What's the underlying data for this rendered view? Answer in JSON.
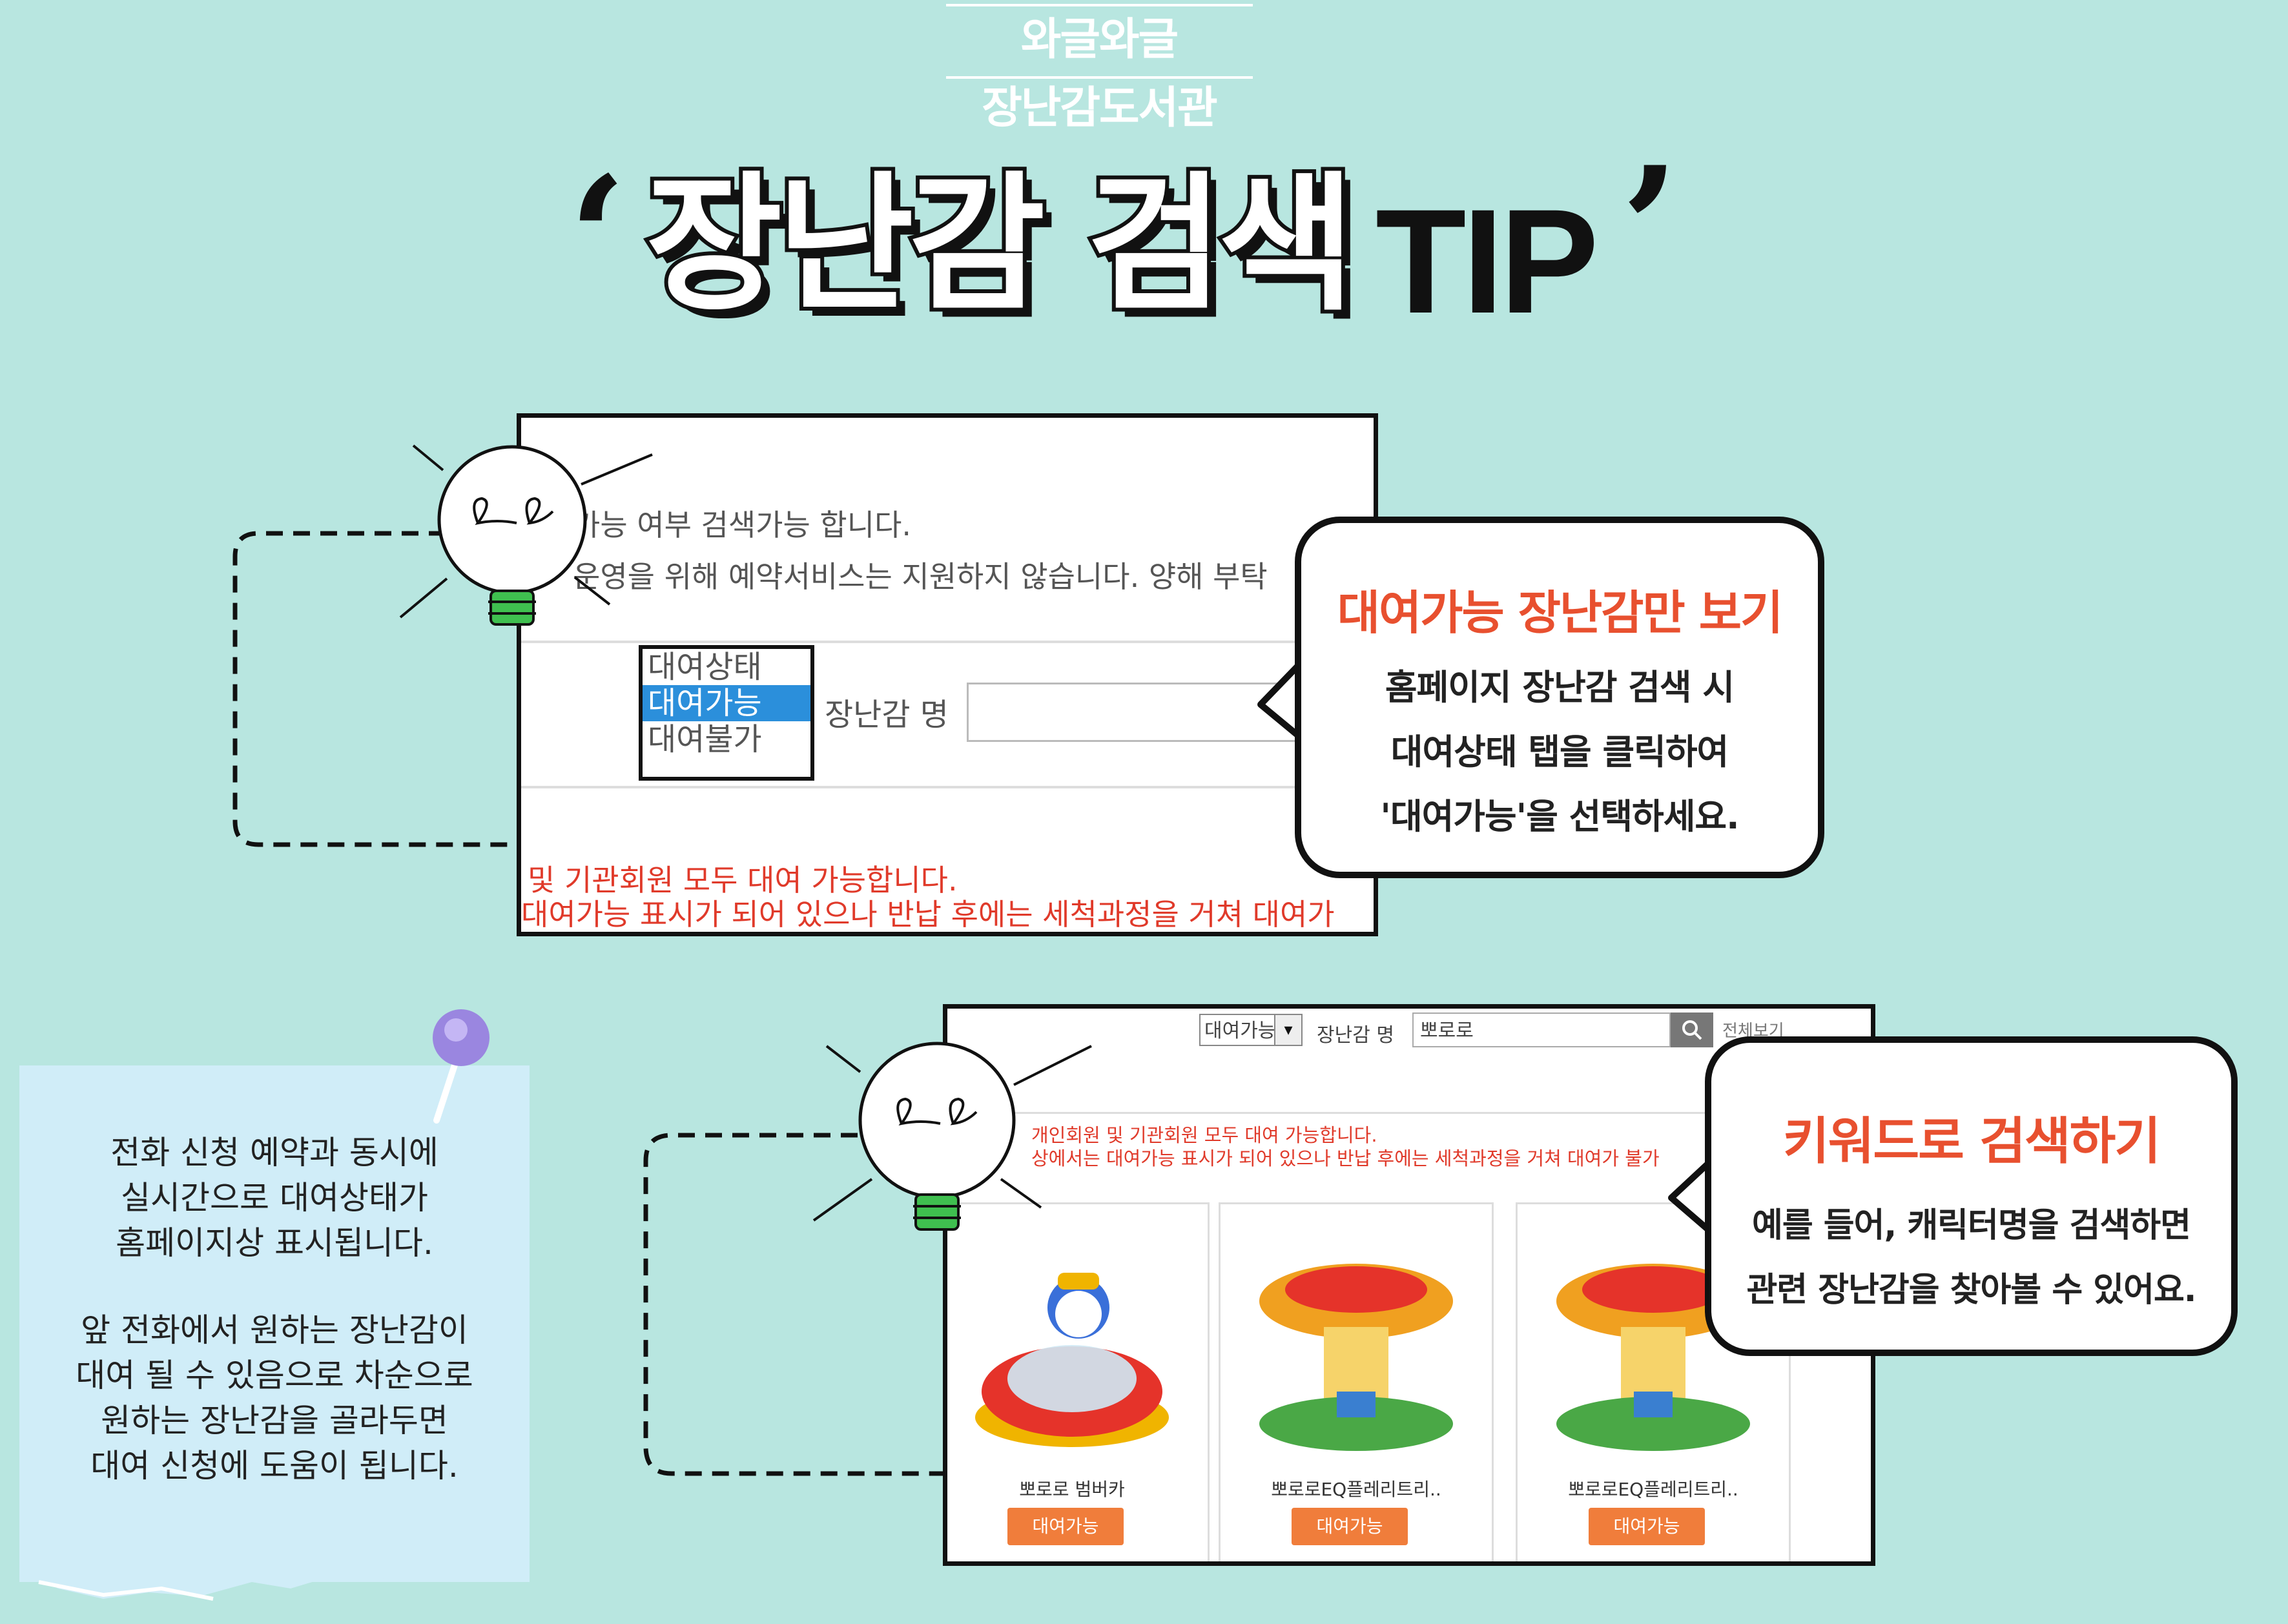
{
  "brand": {
    "line1": "와글와글",
    "line2": "장난감도서관"
  },
  "title": {
    "open_quote": "‘",
    "main": "장난감 검색",
    "tip": "TIP",
    "close_quote": "’"
  },
  "screenshot1": {
    "notice_line1": "가능 여부 검색가능 합니다.",
    "notice_line2": "운영을 위해 예약서비스는 지원하지 않습니다. 양해 부탁",
    "status_options": [
      "대여상태",
      "대여가능",
      "대여불가"
    ],
    "selected_option": "대여가능",
    "name_label": "장난감 명",
    "red_line1": "및 기관회원 모두 대여 가능합니다.",
    "red_line2": "대여가능 표시가 되어 있으나 반납 후에는 세척과정을 거쳐 대여가"
  },
  "callout1": {
    "title": "대여가능 장난감만 보기",
    "lines": [
      "홈페이지 장난감 검색 시",
      "대여상태 탭을 클릭하여",
      "'대여가능'을 선택하세요."
    ]
  },
  "screenshot2": {
    "status_select": "대여가능",
    "name_label": "장난감 명",
    "search_value": "뽀로로",
    "all_view": "전체보기",
    "red_line1": "개인회원 및 기관회원 모두 대여 가능합니다.",
    "red_line2": "상에서는 대여가능 표시가 되어 있으나 반납 후에는 세척과정을 거쳐 대여가 불가",
    "products": [
      {
        "name": "뽀로로 범버카",
        "status": "대여가능"
      },
      {
        "name": "뽀로로EQ플레리트리..",
        "status": "대여가능"
      },
      {
        "name": "뽀로로EQ플레리트리..",
        "status": "대여가능"
      }
    ]
  },
  "callout2": {
    "title": "키워드로 검색하기",
    "lines": [
      "예를 들어, 캐릭터명을 검색하면",
      "관련 장난감을 찾아볼 수 있어요."
    ]
  },
  "note": {
    "para1": [
      "전화 신청 예약과 동시에",
      "실시간으로 대여상태가",
      "홈페이지상 표시됩니다."
    ],
    "para2": [
      "앞 전화에서 원하는 장난감이",
      "대여 될 수 있음으로 차순으로",
      "원하는 장난감을 골라두면",
      "대여 신청에 도움이 됩니다."
    ]
  },
  "colors": {
    "background": "#b8e6e0",
    "accent_orange": "#e8502f",
    "badge_orange": "#f07d3b",
    "red_text": "#e03a2a",
    "select_blue": "#2b8fdb",
    "bulb_green": "#3fbf4f",
    "pin_purple": "#9a86e0",
    "note_blue": "#d0edf8"
  },
  "icons": [
    "lightbulb-icon",
    "search-icon",
    "push-pin-icon",
    "chevron-down-icon"
  ]
}
